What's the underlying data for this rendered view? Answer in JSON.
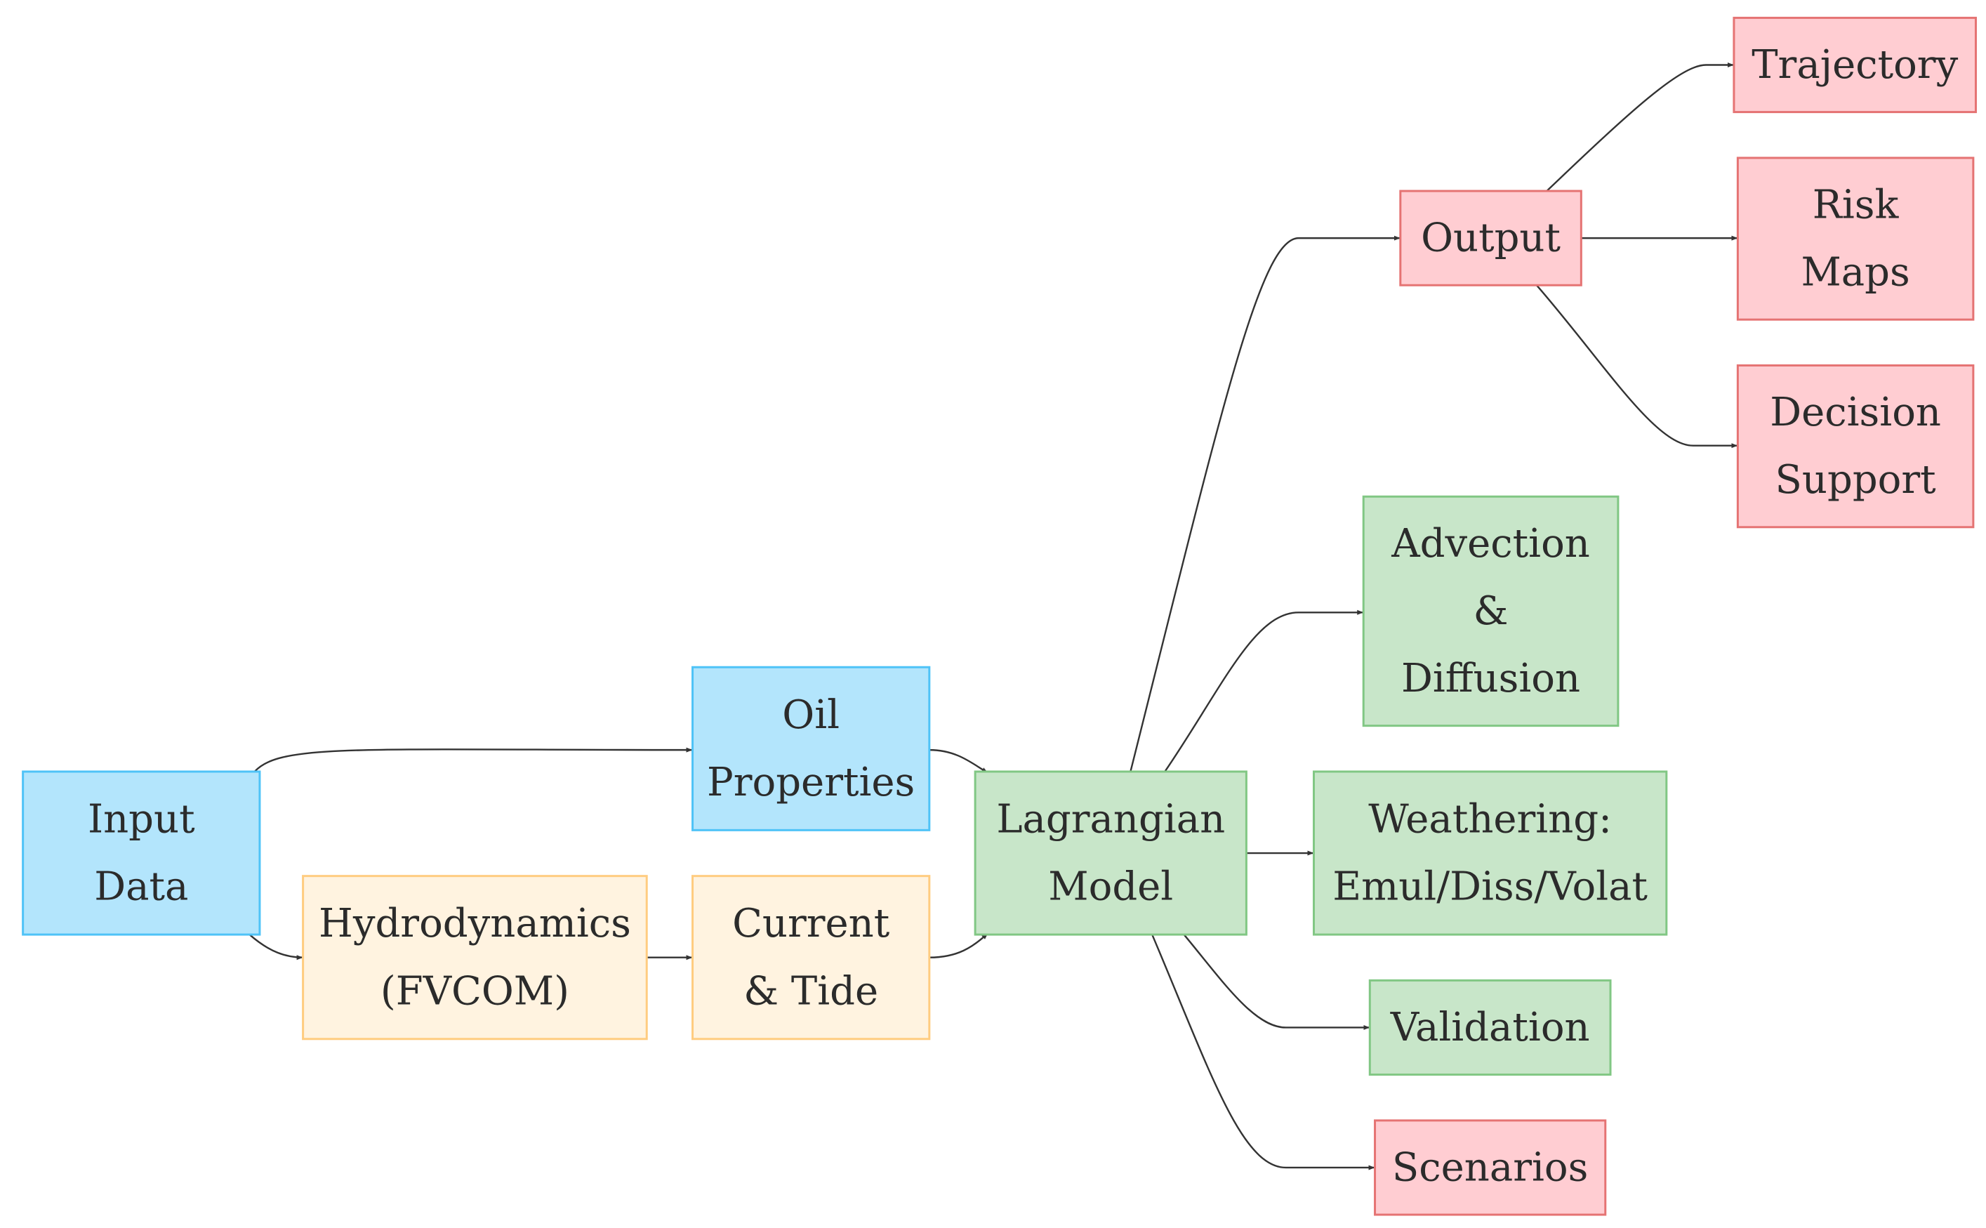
{
  "colors": {
    "blue": {
      "fill": "#b3e5fc",
      "stroke": "#4fc3f7"
    },
    "orange": {
      "fill": "#fff3e0",
      "stroke": "#ffcc80"
    },
    "green": {
      "fill": "#c8e6c9",
      "stroke": "#81c784"
    },
    "pink": {
      "fill": "#ffcdd2",
      "stroke": "#e57373"
    },
    "edge": "#333333"
  },
  "nodes": [
    {
      "id": "input",
      "lines": [
        "Input",
        "Data"
      ],
      "color": "blue"
    },
    {
      "id": "oil",
      "lines": [
        "Oil",
        "Properties"
      ],
      "color": "blue"
    },
    {
      "id": "hydro",
      "lines": [
        "Hydrodynamics",
        "(FVCOM)"
      ],
      "color": "orange"
    },
    {
      "id": "current",
      "lines": [
        "Current",
        "& Tide"
      ],
      "color": "orange"
    },
    {
      "id": "lagrangian",
      "lines": [
        "Lagrangian",
        "Model"
      ],
      "color": "green"
    },
    {
      "id": "output",
      "lines": [
        "Output"
      ],
      "color": "pink"
    },
    {
      "id": "trajectory",
      "lines": [
        "Trajectory"
      ],
      "color": "pink"
    },
    {
      "id": "risk",
      "lines": [
        "Risk",
        "Maps"
      ],
      "color": "pink"
    },
    {
      "id": "decision",
      "lines": [
        "Decision",
        "Support"
      ],
      "color": "pink"
    },
    {
      "id": "advection",
      "lines": [
        "Advection",
        "&",
        "Diffusion"
      ],
      "color": "green"
    },
    {
      "id": "weathering",
      "lines": [
        "Weathering:",
        "Emul/Diss/Volat"
      ],
      "color": "green"
    },
    {
      "id": "validation",
      "lines": [
        "Validation"
      ],
      "color": "green"
    },
    {
      "id": "scenarios",
      "lines": [
        "Scenarios"
      ],
      "color": "pink"
    }
  ],
  "edges": [
    {
      "from": "input",
      "to": "oil"
    },
    {
      "from": "input",
      "to": "hydro"
    },
    {
      "from": "hydro",
      "to": "current"
    },
    {
      "from": "oil",
      "to": "lagrangian"
    },
    {
      "from": "current",
      "to": "lagrangian"
    },
    {
      "from": "lagrangian",
      "to": "output"
    },
    {
      "from": "lagrangian",
      "to": "advection"
    },
    {
      "from": "lagrangian",
      "to": "weathering"
    },
    {
      "from": "lagrangian",
      "to": "validation"
    },
    {
      "from": "lagrangian",
      "to": "scenarios"
    },
    {
      "from": "output",
      "to": "trajectory"
    },
    {
      "from": "output",
      "to": "risk"
    },
    {
      "from": "output",
      "to": "decision"
    }
  ]
}
